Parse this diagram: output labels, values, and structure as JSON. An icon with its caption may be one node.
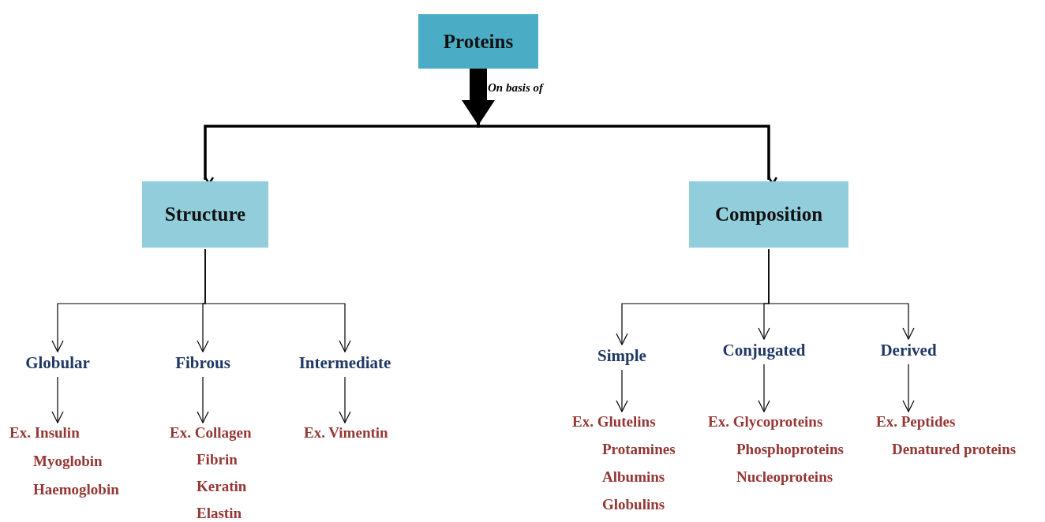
{
  "diagram": {
    "nodes": [
      {
        "text": [
          "Proteins"
        ]
      },
      {
        "text": [
          "Structure"
        ]
      },
      {
        "text": [
          "Composition"
        ]
      },
      {
        "text": [
          "Globular"
        ]
      },
      {
        "text": [
          "Fibrous"
        ]
      },
      {
        "text": [
          "Intermediate"
        ]
      },
      {
        "text": [
          "Simple"
        ]
      },
      {
        "text": [
          "Conjugated"
        ]
      },
      {
        "text": [
          "Derived"
        ]
      },
      {
        "text": [
          "Ex. Insulin",
          "Myoglobin",
          "Haemoglobin"
        ]
      },
      {
        "text": [
          "Ex. Collagen",
          "Fibrin",
          "Keratin",
          "Elastin"
        ]
      },
      {
        "text": [
          "Ex. Vimentin"
        ]
      },
      {
        "text": [
          "Ex. Glutelins",
          "Protamines",
          "Albumins",
          "Globulins"
        ]
      },
      {
        "text": [
          "Ex. Glycoproteins",
          "Phosphoproteins",
          "Nucleoproteins"
        ]
      },
      {
        "text": [
          "Ex. Peptides",
          "Denatured proteins"
        ]
      }
    ],
    "edges": [
      {
        "from": 0,
        "to": 1,
        "arrow": "to",
        "style": "thick",
        "label": "On basis of"
      },
      {
        "from": 0,
        "to": 2,
        "arrow": "to",
        "style": "thick"
      },
      {
        "from": 1,
        "to": 3,
        "arrow": "to"
      },
      {
        "from": 1,
        "to": 4,
        "arrow": "to"
      },
      {
        "from": 1,
        "to": 5,
        "arrow": "to"
      },
      {
        "from": 2,
        "to": 6,
        "arrow": "to"
      },
      {
        "from": 2,
        "to": 7,
        "arrow": "to"
      },
      {
        "from": 2,
        "to": 8,
        "arrow": "to"
      },
      {
        "from": 3,
        "to": 9,
        "arrow": "to"
      },
      {
        "from": 4,
        "to": 10,
        "arrow": "to"
      },
      {
        "from": 5,
        "to": 11,
        "arrow": "to"
      },
      {
        "from": 6,
        "to": 12,
        "arrow": "to"
      },
      {
        "from": 7,
        "to": 13,
        "arrow": "to"
      },
      {
        "from": 8,
        "to": 14,
        "arrow": "to"
      }
    ]
  }
}
